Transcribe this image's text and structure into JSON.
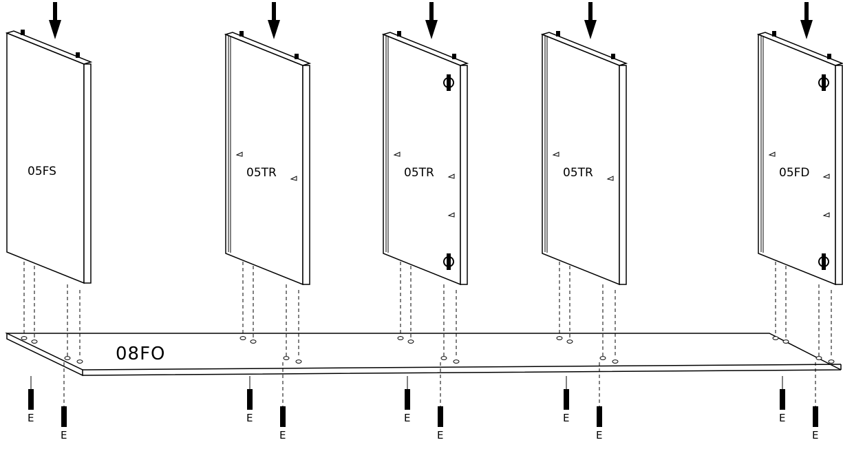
{
  "base_panel": {
    "label": "08FO"
  },
  "panels": [
    {
      "label": "05FS",
      "cam_fittings": false,
      "shelf_supports": false,
      "grooves": false
    },
    {
      "label": "05TR",
      "cam_fittings": false,
      "shelf_supports": true,
      "grooves": true
    },
    {
      "label": "05TR",
      "cam_fittings": true,
      "shelf_supports": true,
      "grooves": true
    },
    {
      "label": "05TR",
      "cam_fittings": false,
      "shelf_supports": true,
      "grooves": true
    },
    {
      "label": "05FD",
      "cam_fittings": true,
      "shelf_supports": true,
      "grooves": true
    }
  ],
  "fastener_label": "E",
  "icons": {
    "press_arrow": "down-arrow-icon",
    "fastener": "dowel-icon"
  }
}
